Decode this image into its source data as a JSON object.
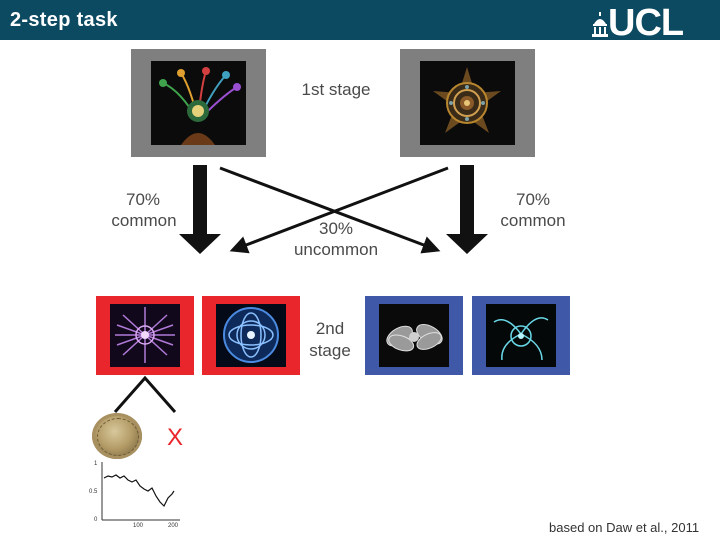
{
  "header": {
    "title": "2-step task",
    "logo_text": "UCL"
  },
  "diagram": {
    "first_stage_label": "1st stage",
    "second_stage_label_line1": "2nd",
    "second_stage_label_line2": "stage",
    "left_common_pct": "70%",
    "left_common_word": "common",
    "right_common_pct": "70%",
    "right_common_word": "common",
    "uncommon_pct": "30%",
    "uncommon_word": "uncommon",
    "multiply_symbol": "X"
  },
  "mini_chart": {
    "y_ticks": [
      "1",
      "0.5",
      "0"
    ],
    "x_ticks": [
      "100",
      "200"
    ]
  },
  "footer": {
    "credit": "based on Daw et al., 2011"
  },
  "colors": {
    "header_bg": "#0c4a62",
    "first_stage_frame": "#7f7f7f",
    "second_stage_left_frame": "#e8262b",
    "second_stage_right_frame": "#3f58a8",
    "arrow": "#111111"
  }
}
